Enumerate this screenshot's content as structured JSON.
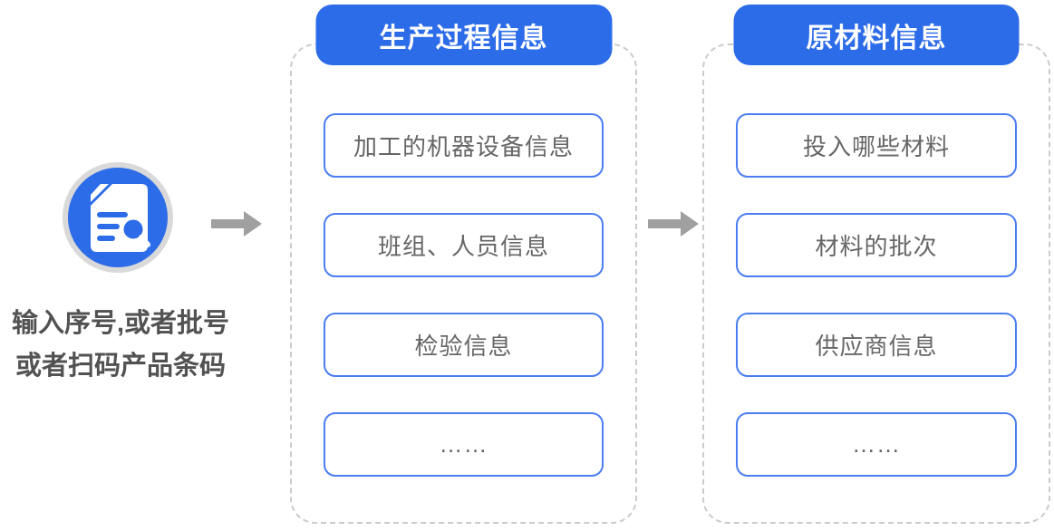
{
  "diagram": {
    "input_node": {
      "icon": "document-search",
      "caption_lines": [
        "输入序号,或者批号",
        "或者扫码产品条码"
      ]
    },
    "columns": [
      {
        "title": "生产过程信息",
        "items": [
          "加工的机器设备信息",
          "班组、人员信息",
          "检验信息",
          "……"
        ]
      },
      {
        "title": "原材料信息",
        "items": [
          "投入哪些材料",
          "材料的批次",
          "供应商信息",
          "……"
        ]
      }
    ],
    "colors": {
      "primary_blue": "#2d6ce8",
      "box_border_blue": "#4b7df2",
      "dashed_border_gray": "#cbcbcb",
      "arrow_gray": "#a0a0a0",
      "caption_text": "#525252",
      "box_text": "#666666",
      "icon_ring_gray": "#d9d9d9"
    }
  }
}
